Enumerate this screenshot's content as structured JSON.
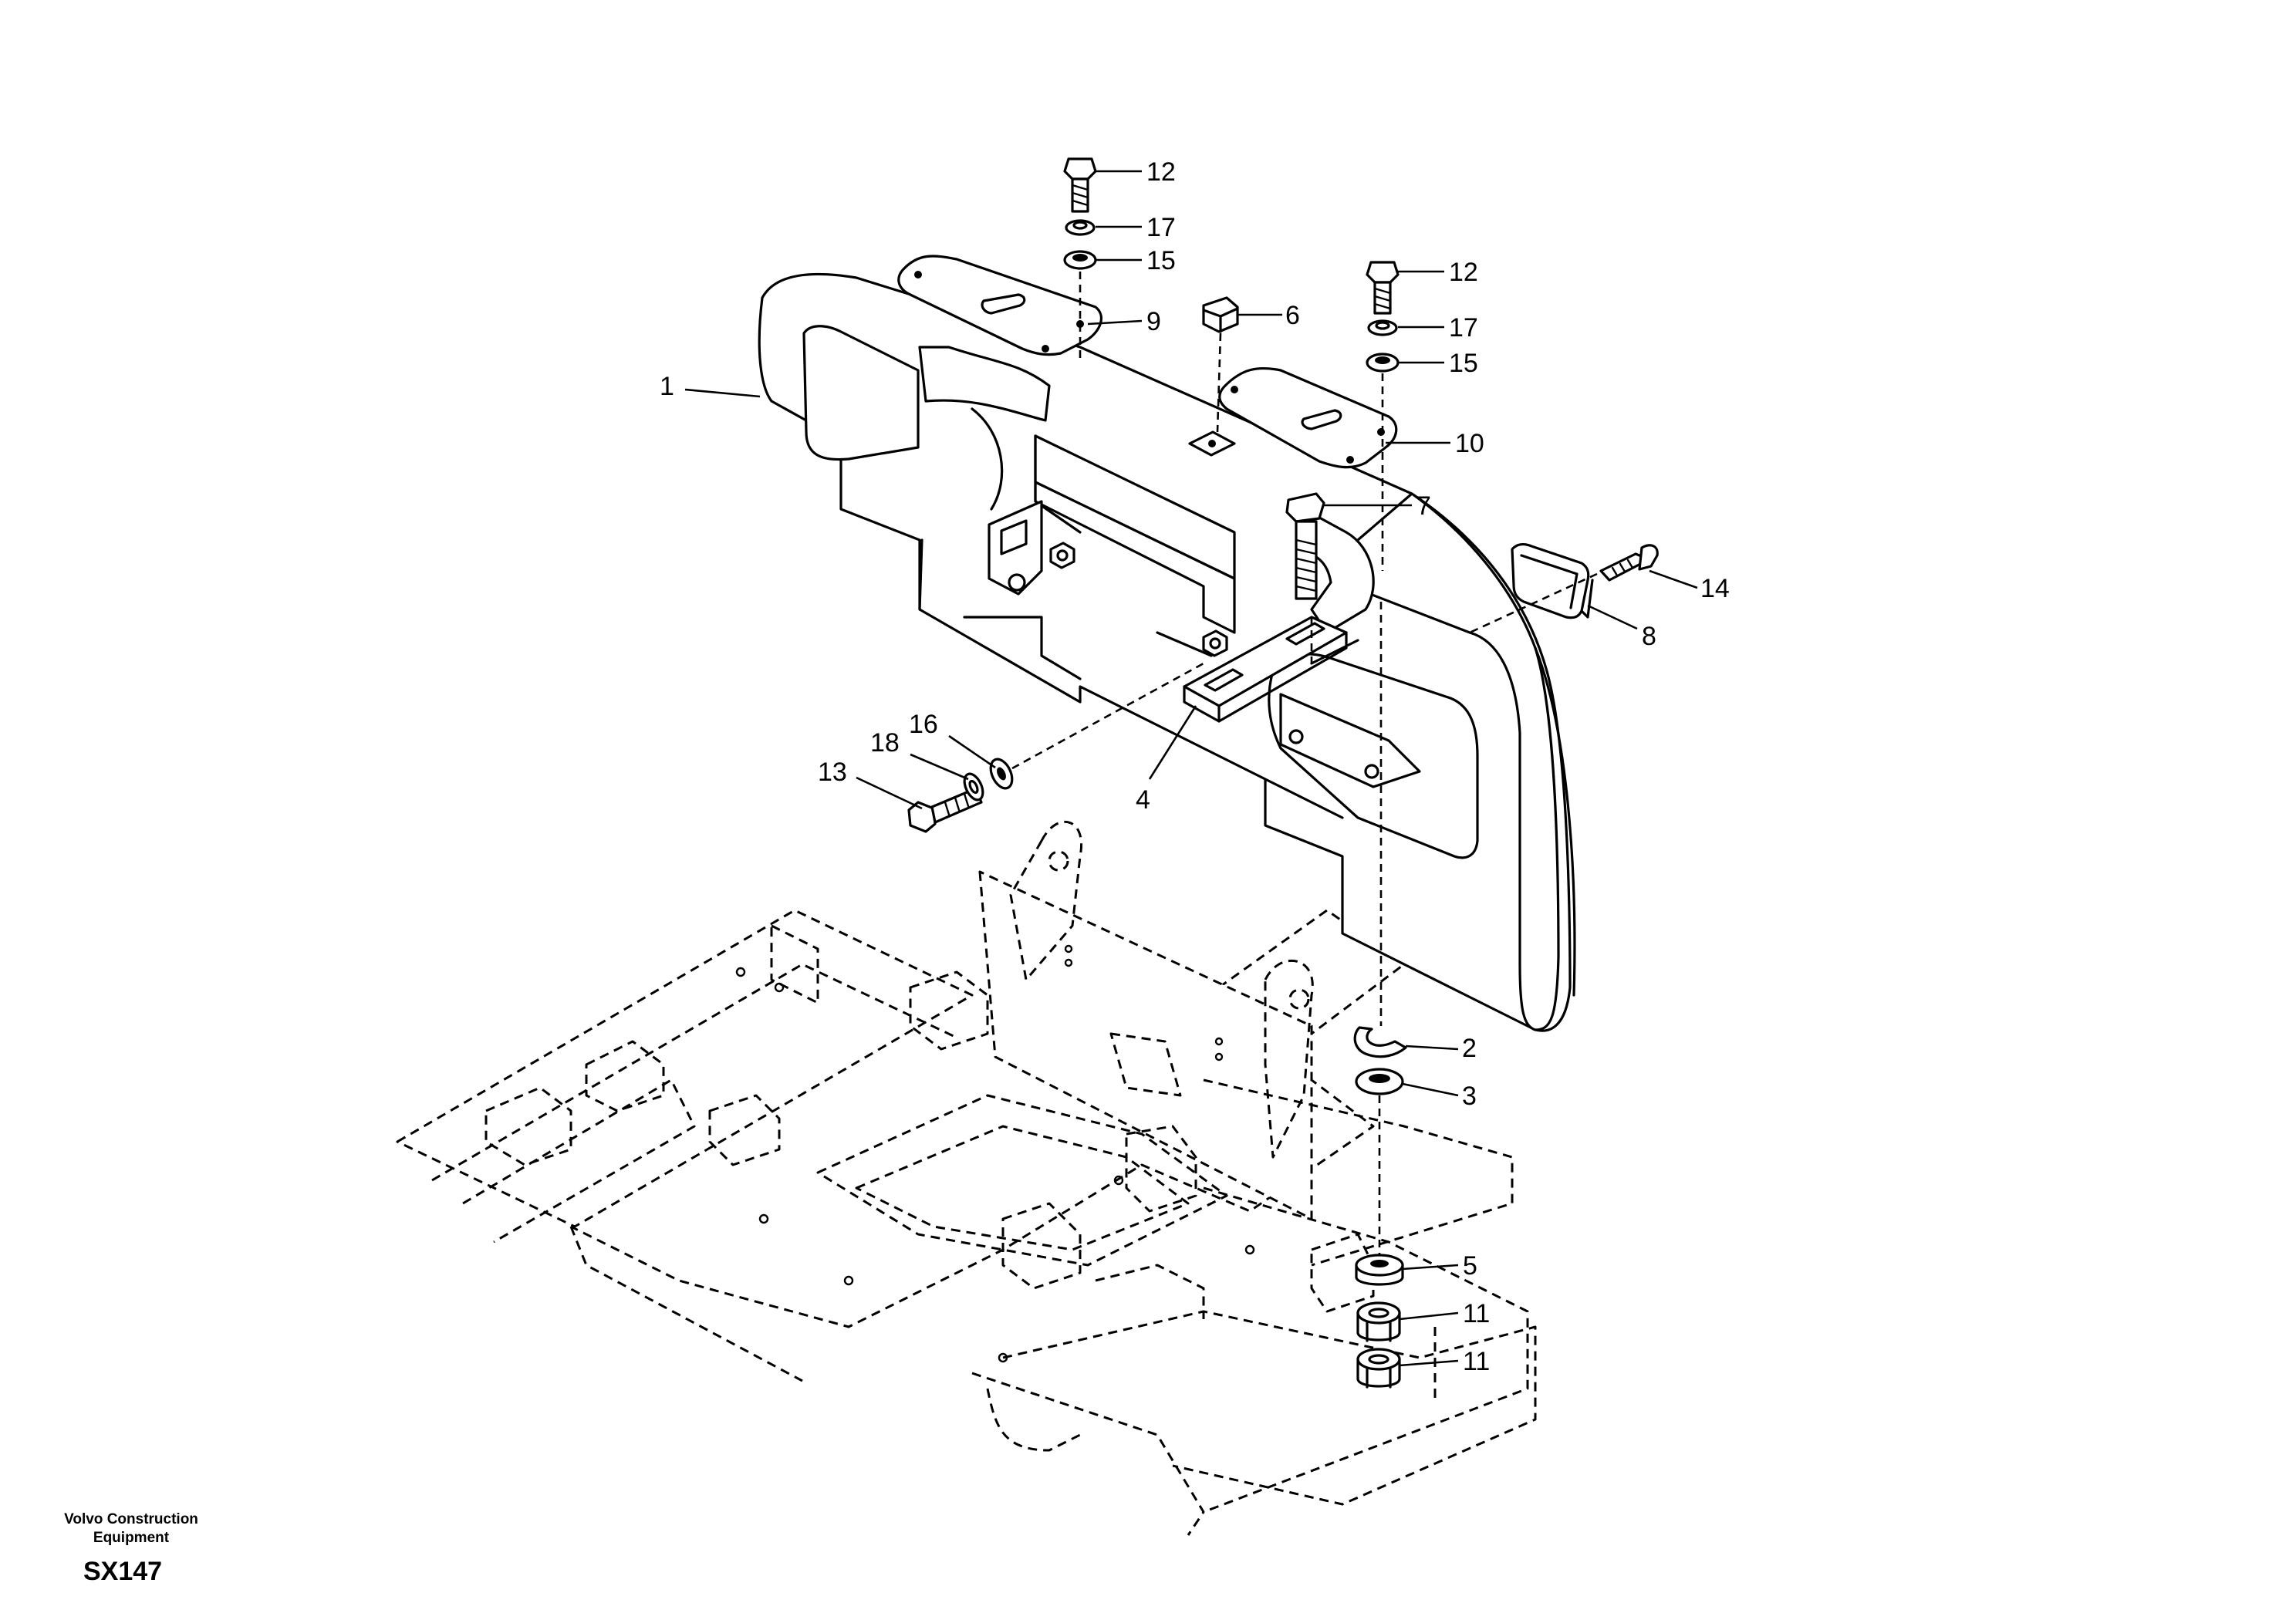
{
  "diagram": {
    "callouts": [
      {
        "id": "c1",
        "label": "1"
      },
      {
        "id": "c2",
        "label": "2"
      },
      {
        "id": "c3",
        "label": "3"
      },
      {
        "id": "c4",
        "label": "4"
      },
      {
        "id": "c5",
        "label": "5"
      },
      {
        "id": "c6",
        "label": "6"
      },
      {
        "id": "c7",
        "label": "7"
      },
      {
        "id": "c8",
        "label": "8"
      },
      {
        "id": "c9",
        "label": "9"
      },
      {
        "id": "c10",
        "label": "10"
      },
      {
        "id": "c11a",
        "label": "11"
      },
      {
        "id": "c11b",
        "label": "11"
      },
      {
        "id": "c12a",
        "label": "12"
      },
      {
        "id": "c12b",
        "label": "12"
      },
      {
        "id": "c13",
        "label": "13"
      },
      {
        "id": "c14",
        "label": "14"
      },
      {
        "id": "c15a",
        "label": "15"
      },
      {
        "id": "c15b",
        "label": "15"
      },
      {
        "id": "c16",
        "label": "16"
      },
      {
        "id": "c17a",
        "label": "17"
      },
      {
        "id": "c17b",
        "label": "17"
      },
      {
        "id": "c18",
        "label": "18"
      }
    ]
  },
  "footer": {
    "manufacturer_line1": "Volvo Construction",
    "manufacturer_line2": "Equipment",
    "drawing_code": "SX147"
  }
}
